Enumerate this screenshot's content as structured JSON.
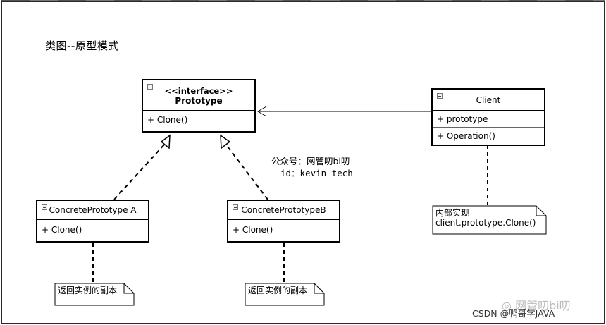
{
  "title": "类图--原型模式",
  "prototype": {
    "stereotype": "<<interface>>",
    "name": "Prototype",
    "operation": "+ Clone()"
  },
  "client": {
    "name": "Client",
    "attribute": "+ prototype",
    "operation": "+ Operation()"
  },
  "concrete_a": {
    "name": "ConcretePrototype A",
    "operation": "+ Clone()"
  },
  "concrete_b": {
    "name": "ConcretePrototypeB",
    "operation": "+ Clone()"
  },
  "annotation": {
    "line1": "公众号：网管叨bi叨",
    "line2": "id：kevin_tech"
  },
  "notes": {
    "client_note_line1": "内部实现",
    "client_note_line2": "client.prototype.Clone()",
    "a_note": "返回实例的副本",
    "b_note": "返回实例的副本"
  },
  "watermark": {
    "faint": "网管叨bi叨",
    "csdn": "CSDN @鸭哥学JAVA"
  },
  "icons": {
    "collapse": "collapse-box-icon",
    "wechat": "wechat-icon"
  }
}
